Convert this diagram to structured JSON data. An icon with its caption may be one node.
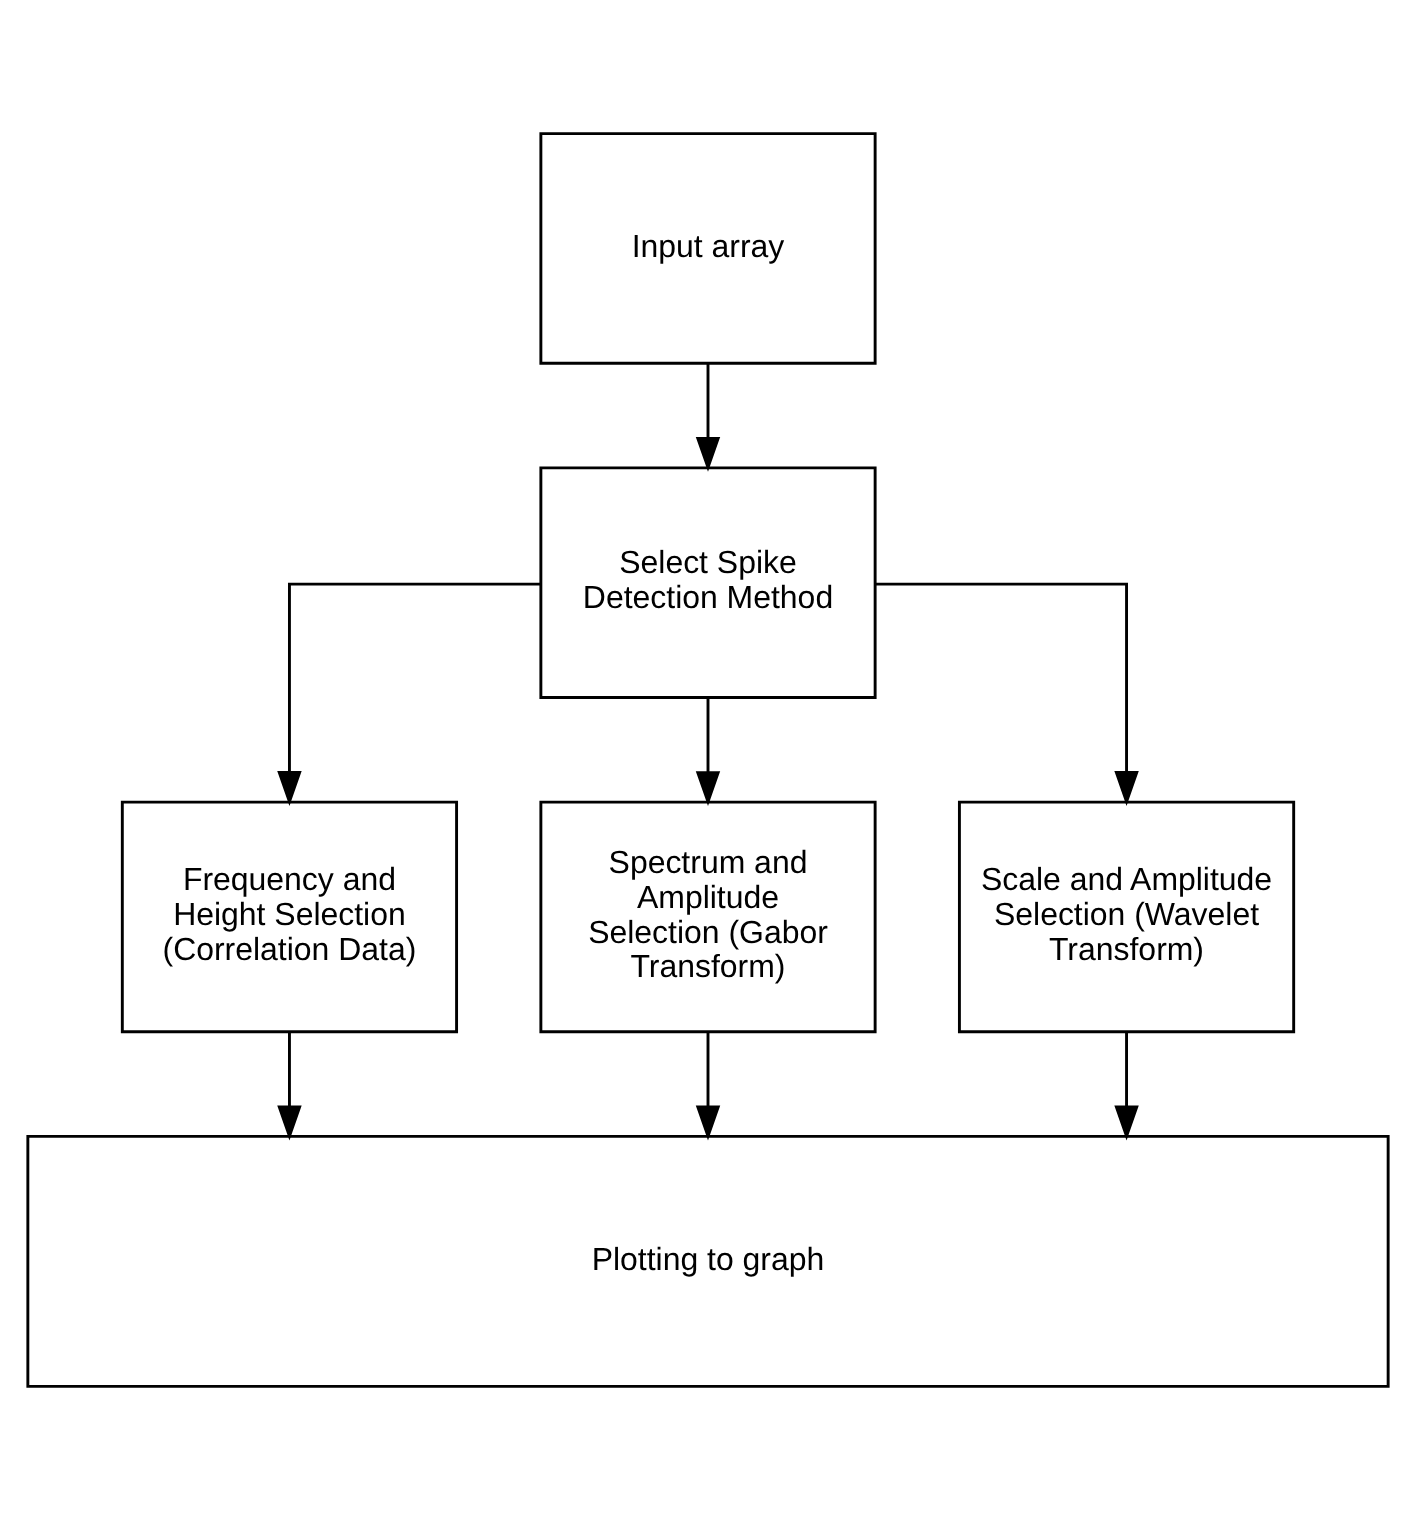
{
  "diagram": {
    "nodes": [
      {
        "text": [
          "Input array"
        ]
      },
      {
        "text": [
          "Select Spike Detection Method"
        ]
      },
      {
        "text": [
          "Frequency and Height Selection (Correlation Data)"
        ]
      },
      {
        "text": [
          "Spectrum and Amplitude Selection (Gabor Transform)"
        ]
      },
      {
        "text": [
          "Scale and Amplitude Selection (Wavelet Transform)"
        ]
      },
      {
        "text": [
          "Plotting to graph"
        ]
      }
    ],
    "edges": [
      {
        "from": 0,
        "to": 1,
        "arrow": "to"
      },
      {
        "from": 1,
        "to": 2,
        "arrow": "to"
      },
      {
        "from": 1,
        "to": 3,
        "arrow": "to"
      },
      {
        "from": 1,
        "to": 4,
        "arrow": "to"
      },
      {
        "from": 2,
        "to": 5,
        "arrow": "to"
      },
      {
        "from": 3,
        "to": 5,
        "arrow": "to"
      },
      {
        "from": 4,
        "to": 5,
        "arrow": "to"
      }
    ]
  }
}
